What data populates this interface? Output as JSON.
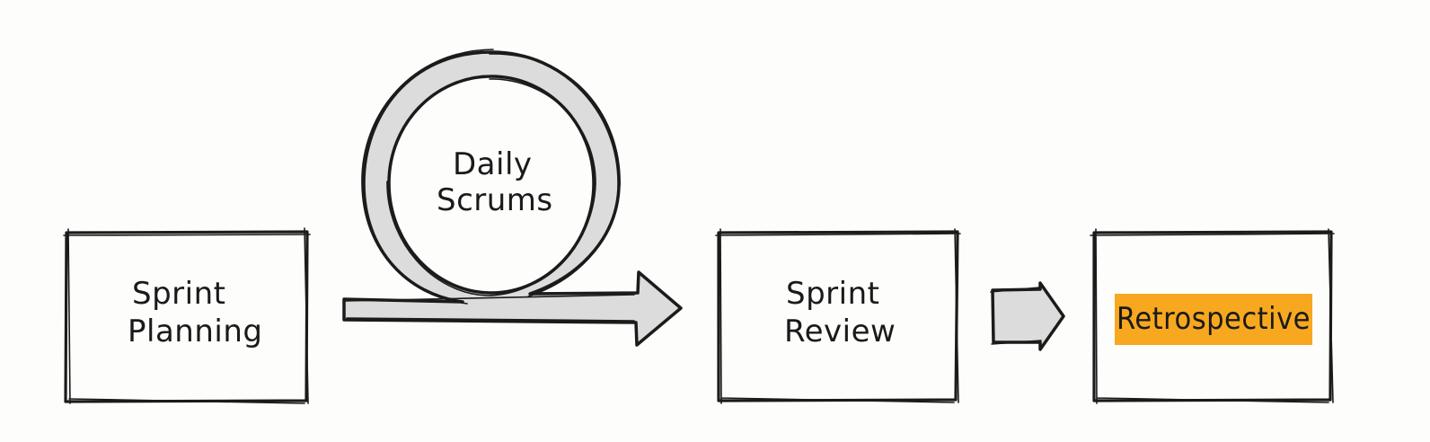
{
  "steps": {
    "sprint_planning": {
      "line1": "Sprint",
      "line2": "Planning"
    },
    "daily_scrums": {
      "line1": "Daily",
      "line2": "Scrums"
    },
    "sprint_review": {
      "line1": "Sprint",
      "line2": "Review"
    },
    "retrospective": {
      "label": "Retrospective"
    }
  },
  "colors": {
    "ink": "#1b1b1b",
    "arrow_fill": "#dcdcdc",
    "highlight": "#f7a81e",
    "background": "#fdfdfc"
  }
}
